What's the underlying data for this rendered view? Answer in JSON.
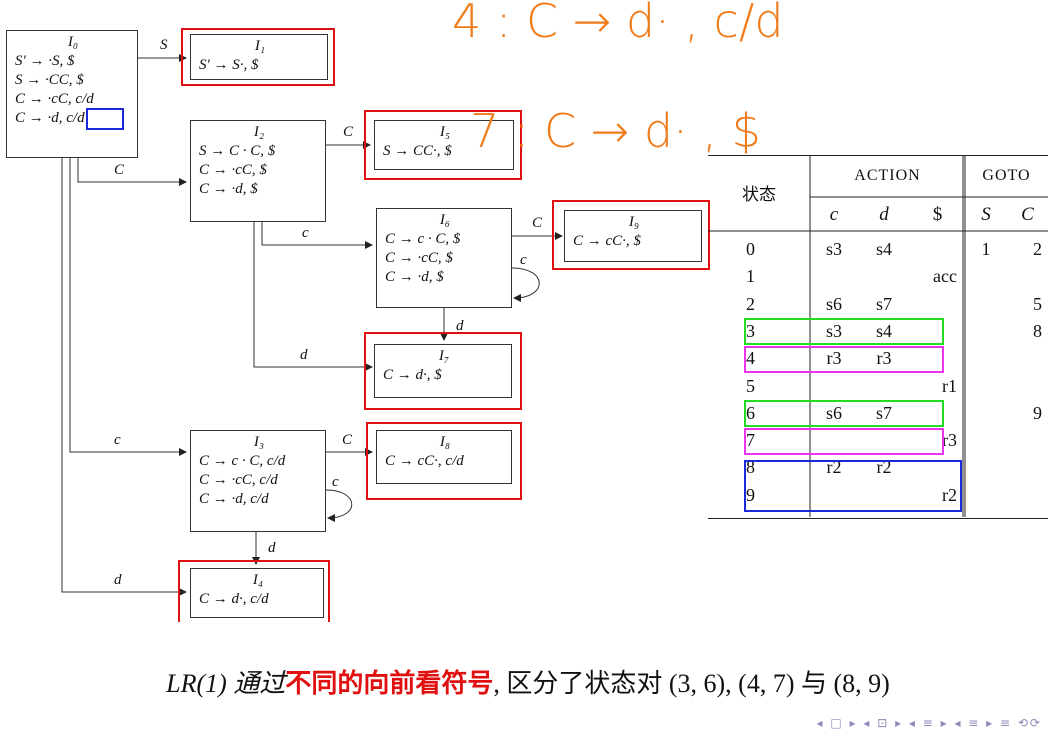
{
  "states": {
    "I0": {
      "title": "I₀",
      "lines": [
        "S′ → ·S, $",
        "S → ·CC, $",
        "C → ·cC, c/d",
        "C → ·d, c/d"
      ]
    },
    "I1": {
      "title": "I₁",
      "lines": [
        "S′ → S·, $"
      ]
    },
    "I2": {
      "title": "I₂",
      "lines": [
        "S → C · C, $",
        "C → ·cC, $",
        "C → ·d, $"
      ]
    },
    "I3": {
      "title": "I₃",
      "lines": [
        "C → c · C, c/d",
        "C → ·cC, c/d",
        "C → ·d, c/d"
      ]
    },
    "I4": {
      "title": "I₄",
      "lines": [
        "C → d·, c/d"
      ]
    },
    "I5": {
      "title": "I₅",
      "lines": [
        "S → CC·, $"
      ]
    },
    "I6": {
      "title": "I₆",
      "lines": [
        "C → c · C, $",
        "C → ·cC, $",
        "C → ·d, $"
      ]
    },
    "I7": {
      "title": "I₇",
      "lines": [
        "C → d·, $"
      ]
    },
    "I8": {
      "title": "I₈",
      "lines": [
        "C → cC·, c/d"
      ]
    },
    "I9": {
      "title": "I₉",
      "lines": [
        "C → cC·, $"
      ]
    }
  },
  "edges": {
    "e01": "S",
    "e02": "C",
    "e03": "c",
    "e04": "d",
    "e25": "C",
    "e26": "c",
    "e27": "d",
    "e69": "C",
    "e66": "c",
    "e67": "d",
    "e38": "C",
    "e33": "c",
    "e34": "d"
  },
  "handwriting": {
    "line1": "4 : C → d· , c/d",
    "line2": "7 : C → d· , $"
  },
  "table": {
    "state_header": "状态",
    "action_header": "ACTION",
    "goto_header": "GOTO",
    "action_cols": [
      "c",
      "d",
      "$"
    ],
    "goto_cols": [
      "S",
      "C"
    ],
    "rows": [
      {
        "state": "0",
        "c": "s3",
        "d": "s4",
        "$": "",
        "S": "1",
        "C": "2"
      },
      {
        "state": "1",
        "c": "",
        "d": "",
        "$": "acc",
        "S": "",
        "C": ""
      },
      {
        "state": "2",
        "c": "s6",
        "d": "s7",
        "$": "",
        "S": "",
        "C": "5"
      },
      {
        "state": "3",
        "c": "s3",
        "d": "s4",
        "$": "",
        "S": "",
        "C": "8"
      },
      {
        "state": "4",
        "c": "r3",
        "d": "r3",
        "$": "",
        "S": "",
        "C": ""
      },
      {
        "state": "5",
        "c": "",
        "d": "",
        "$": "r1",
        "S": "",
        "C": ""
      },
      {
        "state": "6",
        "c": "s6",
        "d": "s7",
        "$": "",
        "S": "",
        "C": "9"
      },
      {
        "state": "7",
        "c": "",
        "d": "",
        "$": "r3",
        "S": "",
        "C": ""
      },
      {
        "state": "8",
        "c": "r2",
        "d": "r2",
        "$": "",
        "S": "",
        "C": ""
      },
      {
        "state": "9",
        "c": "",
        "d": "",
        "$": "r2",
        "S": "",
        "C": ""
      }
    ],
    "highlight_colors": {
      "green": "#22dd22",
      "magenta": "#ee33ee",
      "blue": "#1a2ad8"
    }
  },
  "caption": {
    "prefix": "LR(1) 通过",
    "emphasis": "不同的向前看符号",
    "suffix": ", 区分了状态对 (3, 6), (4, 7) 与 (8, 9)"
  },
  "colors": {
    "red": "#e01010",
    "orange": "#f07a18"
  },
  "nav_icons": "◂ □ ▸ ◂ ⊡ ▸ ◂ ≡ ▸ ◂ ≡ ▸  ≡  ⟲⟳"
}
